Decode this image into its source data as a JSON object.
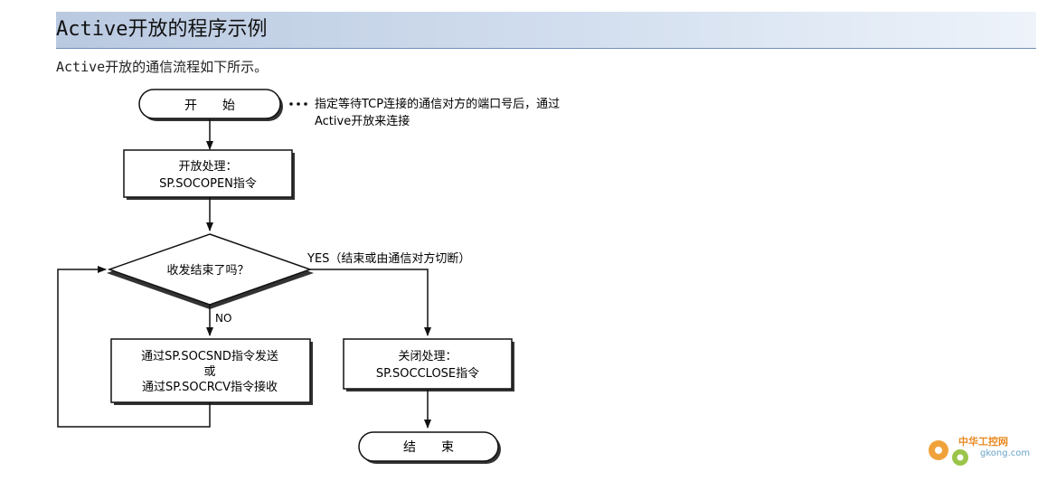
{
  "header": {
    "title": "Active开放的程序示例",
    "intro": "Active开放的通信流程如下所示。"
  },
  "flowchart": {
    "start": "开　　始",
    "start_note": [
      "指定等待TCP连接的通信对方的端口号后，通过",
      "Active开放来连接"
    ],
    "open": [
      "开放处理：",
      "SP.SOCOPEN指令"
    ],
    "decision": "收发结束了吗？",
    "yes_label": "YES（结束或由通信对方切断）",
    "no_label": "NO",
    "send_recv": [
      "通过SP.SOCSND指令发送",
      "或",
      "通过SP.SOCRCV指令接收"
    ],
    "close": [
      "关闭处理：",
      "SP.SOCCLOSE指令"
    ],
    "end": "结　　束"
  },
  "watermark": {
    "name": "中华工控网",
    "url": "gkong.com"
  },
  "colors": {
    "line": "#111111",
    "shadow": "#333333",
    "header_border": "#6f8fb8"
  }
}
